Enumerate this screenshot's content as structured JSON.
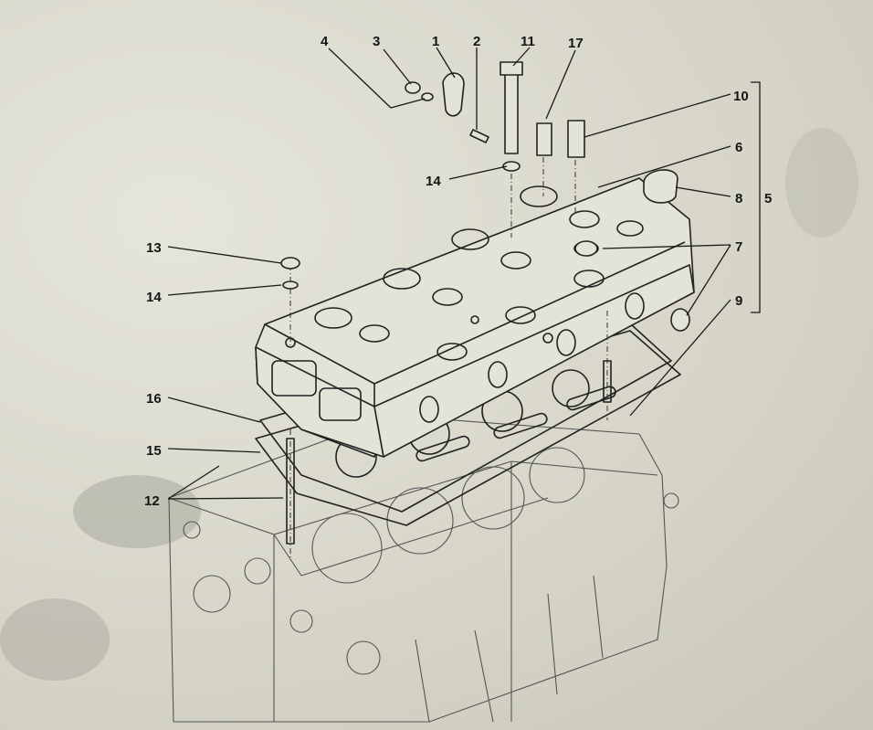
{
  "callouts": [
    {
      "id": "c1",
      "text": "1"
    },
    {
      "id": "c2",
      "text": "2"
    },
    {
      "id": "c3",
      "text": "3"
    },
    {
      "id": "c4",
      "text": "4"
    },
    {
      "id": "c5",
      "text": "5"
    },
    {
      "id": "c6",
      "text": "6"
    },
    {
      "id": "c7",
      "text": "7"
    },
    {
      "id": "c8",
      "text": "8"
    },
    {
      "id": "c9",
      "text": "9"
    },
    {
      "id": "c10",
      "text": "10"
    },
    {
      "id": "c11",
      "text": "11"
    },
    {
      "id": "c12",
      "text": "12"
    },
    {
      "id": "c13",
      "text": "13"
    },
    {
      "id": "c14a",
      "text": "14"
    },
    {
      "id": "c14b",
      "text": "14"
    },
    {
      "id": "c15",
      "text": "15"
    },
    {
      "id": "c16",
      "text": "16"
    },
    {
      "id": "c17",
      "text": "17"
    }
  ]
}
